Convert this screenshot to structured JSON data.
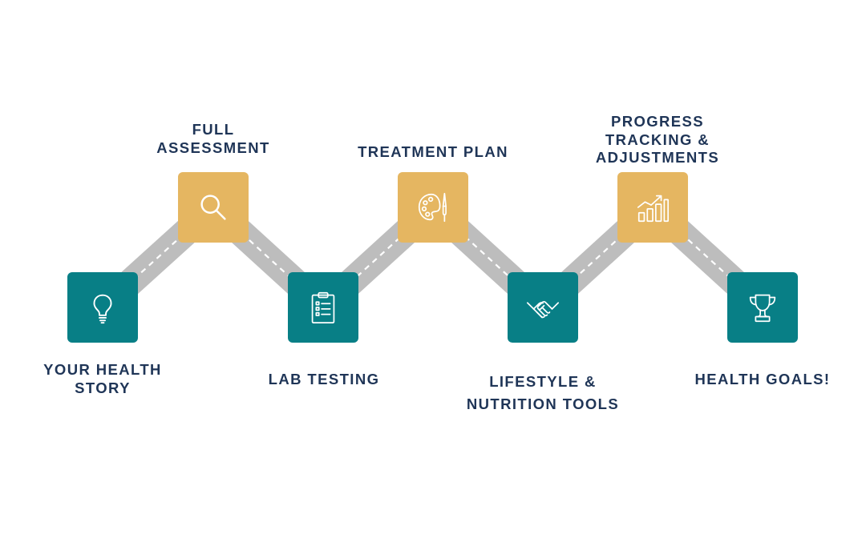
{
  "colors": {
    "teal": "#087f86",
    "gold": "#e5b661",
    "road": "#bdbdbd",
    "road_dash": "#ffffff",
    "text": "#1f3557",
    "icon": "#ffffff"
  },
  "steps": [
    {
      "id": "your-health-story",
      "label_lines": [
        "YOUR HEALTH",
        "STORY"
      ],
      "icon": "lightbulb-icon",
      "color": "teal"
    },
    {
      "id": "full-assessment",
      "label_lines": [
        "FULL",
        "ASSESSMENT"
      ],
      "icon": "magnifier-icon",
      "color": "gold"
    },
    {
      "id": "lab-testing",
      "label_lines": [
        "LAB TESTING"
      ],
      "icon": "clipboard-checklist-icon",
      "color": "teal"
    },
    {
      "id": "treatment-plan",
      "label_lines": [
        "TREATMENT PLAN"
      ],
      "icon": "palette-brush-icon",
      "color": "gold"
    },
    {
      "id": "lifestyle-nutrition-tools",
      "label_lines": [
        "LIFESTYLE &",
        "NUTRITION TOOLS"
      ],
      "icon": "handshake-icon",
      "color": "teal"
    },
    {
      "id": "progress-tracking-adjustments",
      "label_lines": [
        "PROGRESS",
        "TRACKING &",
        "ADJUSTMENTS"
      ],
      "icon": "bar-chart-growth-icon",
      "color": "gold"
    },
    {
      "id": "health-goals",
      "label_lines": [
        "HEALTH GOALS!"
      ],
      "icon": "trophy-icon",
      "color": "teal"
    }
  ]
}
